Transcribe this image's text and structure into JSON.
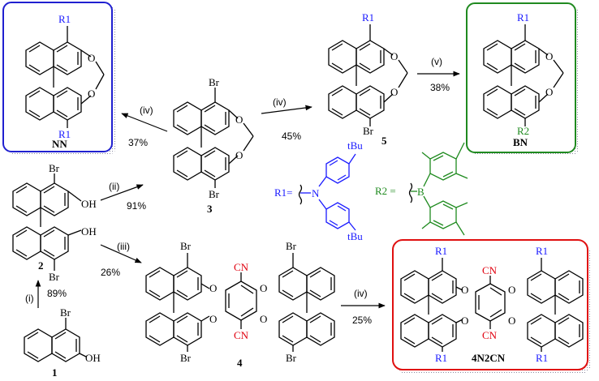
{
  "colors": {
    "nn": "#2020d0",
    "bn": "#208a20",
    "cn": "#e01010",
    "box_shadow": "#9a9ab0"
  },
  "compounds": {
    "c1": {
      "label": "1",
      "substituents": [
        "Br",
        "OH"
      ]
    },
    "c2": {
      "label": "2",
      "substituents": [
        "Br",
        "OH",
        "OH",
        "Br"
      ]
    },
    "c3": {
      "label": "3",
      "substituents": [
        "Br",
        "Br"
      ]
    },
    "c4": {
      "label": "4",
      "substituents": [
        "Br",
        "CN",
        "CN",
        "Br",
        "Br",
        "Br"
      ]
    },
    "c5": {
      "label": "5",
      "substituents": [
        "R1",
        "Br"
      ]
    },
    "nn": {
      "label": "NN",
      "substituents": [
        "R1",
        "R1"
      ]
    },
    "bn": {
      "label": "BN",
      "substituents": [
        "R1",
        "R2"
      ]
    },
    "cn": {
      "label": "4N2CN",
      "substituents": [
        "R1",
        "CN",
        "CN",
        "R1",
        "R1",
        "R1"
      ]
    }
  },
  "reactions": {
    "r_i": {
      "step": "(i)",
      "yield": "89%"
    },
    "r_ii": {
      "step": "(ii)",
      "yield": "91%"
    },
    "r_iii": {
      "step": "(iii)",
      "yield": "26%"
    },
    "r_iv_left": {
      "step": "(iv)",
      "yield": "37%"
    },
    "r_iv_right": {
      "step": "(iv)",
      "yield": "45%"
    },
    "r_v": {
      "step": "(v)",
      "yield": "38%"
    },
    "r_iv_bottom": {
      "step": "(iv)",
      "yield": "25%"
    }
  },
  "legend": {
    "r1": {
      "label": "R1=",
      "tbu": "tBu",
      "atom": "N"
    },
    "r2": {
      "label": "R2 =",
      "atom": "B"
    }
  }
}
